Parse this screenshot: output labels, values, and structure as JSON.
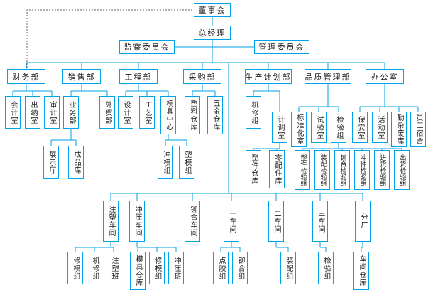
{
  "diagram": {
    "type": "organization-chart",
    "line_color": "#00a2e8",
    "background": "#ffffff",
    "nodes": {
      "board": "董事会",
      "gm": "总经理",
      "supervisory_committee": "监察委员会",
      "management_committee": "管理委员会",
      "finance_dept": "财务部",
      "sales_dept": "销售部",
      "engineering_dept": "工程部",
      "purchasing_dept": "采购部",
      "production_planning_dept": "生产计划部",
      "quality_dept": "品质管理部",
      "office": "办公室",
      "accounting_room": "会计室",
      "cashier_room": "出纳室",
      "audit_room": "审计室",
      "business_dept": "业务部",
      "foreign_trade_dept": "外贸部",
      "showroom": "展示厅",
      "finished_goods_wh": "成品库",
      "design_room": "设计室",
      "process_room": "工艺室",
      "mold_center": "模具中心",
      "stamping_mold_team": "冲模组",
      "plastic_mold_team": "塑模组",
      "plastic_wh": "塑料仓库",
      "hardware_wh": "五金仓库",
      "machine_repair_team": "机修组",
      "dispatch_room": "计调室",
      "plastic_parts_wh": "塑件仓库",
      "spare_parts_wh": "零配件库",
      "standardization_room": "标准化室",
      "test_lab": "试验室",
      "inspection_group": "检验组",
      "insp_plastic": "塑件检验组",
      "insp_assembly": "装配检验组",
      "insp_riveting": "铆合检验组",
      "insp_stamping": "冲件检验组",
      "insp_incoming": "进货检验组",
      "insp_outgoing": "出货检验组",
      "security_room": "保安室",
      "activity_room": "活动室",
      "misc_storage": "勤杂废库",
      "staff_dorm": "员工宿舍",
      "ws_injection": "注塑车间",
      "ws_stamping": "冲压车间",
      "ws_riveting": "铆合车间",
      "ws_one": "一车间",
      "ws_two": "二车间",
      "ws_three": "三车间",
      "branch_factory": "分厂",
      "w1_mold_repair": "修模组",
      "w1_machine_repair": "机修组",
      "w1_injection_class": "注塑班",
      "w2_mold_wh": "模具仓库",
      "w2_mold_repair": "修模组",
      "w2_stamping_class": "冲压班",
      "dispensing_team": "点胶组",
      "riveting_team": "铆合组",
      "assembly_team": "装配组",
      "inspection_team": "检验组",
      "workshop_wh": "车间仓库"
    },
    "edges": [
      [
        "board",
        "gm"
      ],
      [
        "gm",
        "supervisory_committee"
      ],
      [
        "gm",
        "management_committee"
      ],
      [
        "gm",
        "finance_dept"
      ],
      [
        "gm",
        "sales_dept"
      ],
      [
        "gm",
        "engineering_dept"
      ],
      [
        "gm",
        "purchasing_dept"
      ],
      [
        "gm",
        "production_planning_dept"
      ],
      [
        "gm",
        "quality_dept"
      ],
      [
        "gm",
        "office"
      ],
      [
        "finance_dept",
        "accounting_room"
      ],
      [
        "finance_dept",
        "cashier_room"
      ],
      [
        "finance_dept",
        "audit_room"
      ],
      [
        "sales_dept",
        "business_dept"
      ],
      [
        "sales_dept",
        "foreign_trade_dept"
      ],
      [
        "business_dept",
        "showroom"
      ],
      [
        "business_dept",
        "finished_goods_wh"
      ],
      [
        "engineering_dept",
        "design_room"
      ],
      [
        "engineering_dept",
        "process_room"
      ],
      [
        "engineering_dept",
        "mold_center"
      ],
      [
        "mold_center",
        "stamping_mold_team"
      ],
      [
        "mold_center",
        "plastic_mold_team"
      ],
      [
        "purchasing_dept",
        "plastic_wh"
      ],
      [
        "purchasing_dept",
        "hardware_wh"
      ],
      [
        "production_planning_dept",
        "machine_repair_team"
      ],
      [
        "production_planning_dept",
        "dispatch_room"
      ],
      [
        "dispatch_room",
        "plastic_parts_wh"
      ],
      [
        "dispatch_room",
        "spare_parts_wh"
      ],
      [
        "quality_dept",
        "standardization_room"
      ],
      [
        "quality_dept",
        "test_lab"
      ],
      [
        "quality_dept",
        "inspection_group"
      ],
      [
        "inspection_group",
        "insp_plastic"
      ],
      [
        "inspection_group",
        "insp_assembly"
      ],
      [
        "inspection_group",
        "insp_riveting"
      ],
      [
        "inspection_group",
        "insp_stamping"
      ],
      [
        "inspection_group",
        "insp_incoming"
      ],
      [
        "inspection_group",
        "insp_outgoing"
      ],
      [
        "office",
        "security_room"
      ],
      [
        "office",
        "activity_room"
      ],
      [
        "office",
        "misc_storage"
      ],
      [
        "office",
        "staff_dorm"
      ],
      [
        "gm",
        "ws_injection"
      ],
      [
        "gm",
        "ws_stamping"
      ],
      [
        "gm",
        "ws_riveting"
      ],
      [
        "gm",
        "ws_one"
      ],
      [
        "gm",
        "ws_two"
      ],
      [
        "gm",
        "ws_three"
      ],
      [
        "gm",
        "branch_factory"
      ],
      [
        "ws_injection",
        "w1_mold_repair"
      ],
      [
        "ws_injection",
        "w1_machine_repair"
      ],
      [
        "ws_injection",
        "w1_injection_class"
      ],
      [
        "ws_stamping",
        "w2_mold_wh"
      ],
      [
        "ws_stamping",
        "w2_mold_repair"
      ],
      [
        "ws_stamping",
        "w2_stamping_class"
      ],
      [
        "ws_one",
        "dispensing_team"
      ],
      [
        "ws_one",
        "riveting_team"
      ],
      [
        "ws_two",
        "assembly_team"
      ],
      [
        "ws_three",
        "inspection_team"
      ],
      [
        "branch_factory",
        "workshop_wh"
      ]
    ],
    "dotted_edges": [
      [
        "board",
        "finance_dept"
      ]
    ]
  }
}
